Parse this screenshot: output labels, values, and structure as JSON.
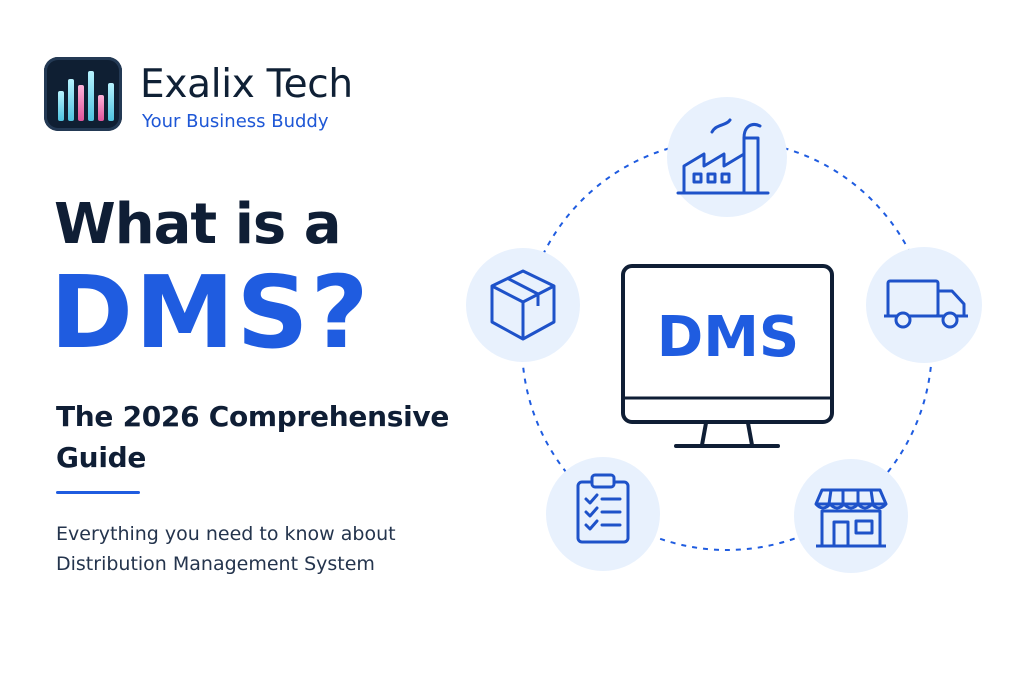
{
  "brand": {
    "name": "Exalix Tech",
    "tagline": "Your Business Buddy",
    "logo_icon": "bar-chart-logo-icon"
  },
  "hero": {
    "headline_line1": "What is a",
    "headline_line2": "DMS?",
    "subtitle": "The 2026 Comprehensive Guide",
    "description": "Everything you need to know about Distribution Management System"
  },
  "diagram": {
    "center_label": "DMS",
    "nodes": [
      {
        "icon": "factory-icon"
      },
      {
        "icon": "truck-icon"
      },
      {
        "icon": "store-icon"
      },
      {
        "icon": "clipboard-checklist-icon"
      },
      {
        "icon": "box-icon"
      }
    ]
  },
  "colors": {
    "navy": "#0f1e35",
    "accent_blue": "#1f5ce0",
    "circle_fill": "#e8f1fd",
    "icon_blue": "#1e52c9"
  }
}
